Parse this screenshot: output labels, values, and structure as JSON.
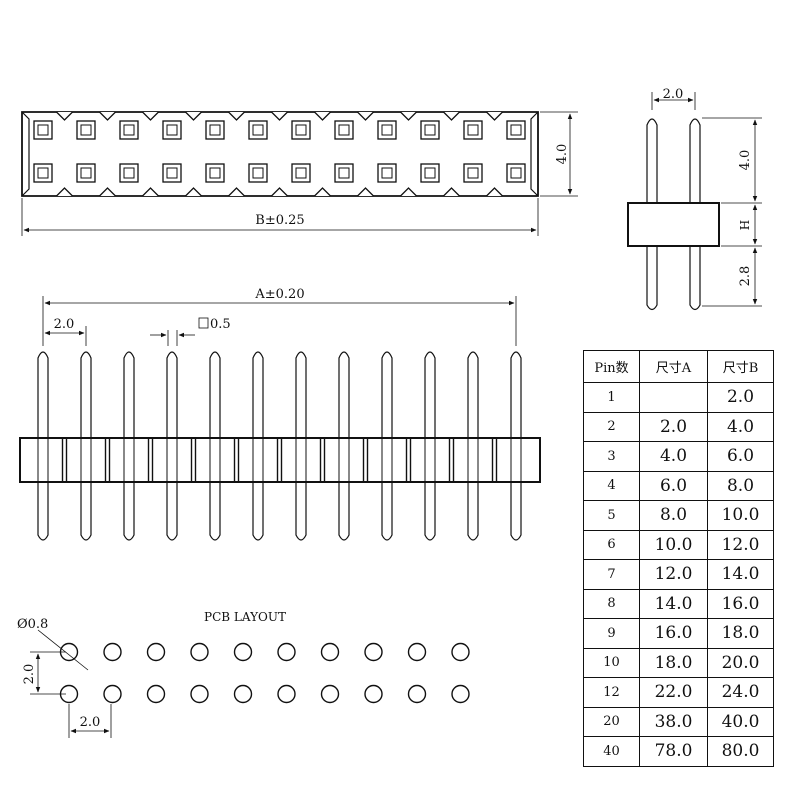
{
  "top_view": {
    "height_dim": "4.0",
    "length_dim": "B±0.25",
    "rows": 2,
    "pins_per_row": 12
  },
  "side_view": {
    "pitch_dim": "2.0",
    "upper_pin_dim": "4.0",
    "body_dim": "H",
    "lower_pin_dim": "2.8"
  },
  "front_view": {
    "span_dim": "A±0.20",
    "pitch_dim": "2.0",
    "pin_size_dim": "0.5",
    "pin_count": 12
  },
  "pcb_layout": {
    "title": "PCB LAYOUT",
    "hole_dim": "Ø0.8",
    "row_pitch_dim": "2.0",
    "col_pitch_dim": "2.0",
    "columns": 10,
    "rows": 2
  },
  "table": {
    "headers": [
      "Pin数",
      "尺寸A",
      "尺寸B"
    ],
    "rows": [
      [
        "1",
        "",
        "2.0"
      ],
      [
        "2",
        "2.0",
        "4.0"
      ],
      [
        "3",
        "4.0",
        "6.0"
      ],
      [
        "4",
        "6.0",
        "8.0"
      ],
      [
        "5",
        "8.0",
        "10.0"
      ],
      [
        "6",
        "10.0",
        "12.0"
      ],
      [
        "7",
        "12.0",
        "14.0"
      ],
      [
        "8",
        "14.0",
        "16.0"
      ],
      [
        "9",
        "16.0",
        "18.0"
      ],
      [
        "10",
        "18.0",
        "20.0"
      ],
      [
        "12",
        "22.0",
        "24.0"
      ],
      [
        "20",
        "38.0",
        "40.0"
      ],
      [
        "40",
        "78.0",
        "80.0"
      ]
    ]
  }
}
